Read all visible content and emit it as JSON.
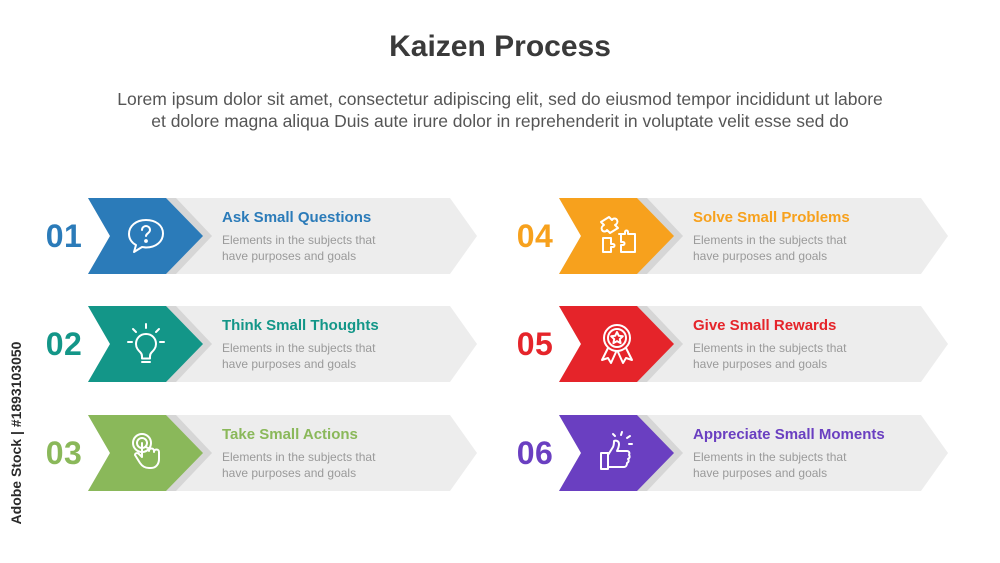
{
  "header": {
    "title": "Kaizen Process",
    "subtitle_line1": "Lorem ipsum dolor sit amet, consectetur adipiscing elit, sed do eiusmod tempor incididunt ut labore",
    "subtitle_line2": "et dolore magna aliqua Duis aute irure dolor in reprehenderit in voluptate velit esse sed do"
  },
  "items": [
    {
      "number": "01",
      "title": "Ask Small Questions",
      "desc_line1": "Elements in the subjects that",
      "desc_line2": "have purposes and goals",
      "color": "#2b7bb9",
      "icon": "question-bubble-icon"
    },
    {
      "number": "02",
      "title": "Think Small Thoughts",
      "desc_line1": "Elements in the subjects that",
      "desc_line2": "have purposes and goals",
      "color": "#139688",
      "icon": "lightbulb-icon"
    },
    {
      "number": "03",
      "title": "Take Small Actions",
      "desc_line1": "Elements in the subjects that",
      "desc_line2": "have purposes and goals",
      "color": "#8ab85a",
      "icon": "hand-pointer-icon"
    },
    {
      "number": "04",
      "title": "Solve Small Problems",
      "desc_line1": "Elements in the subjects that",
      "desc_line2": "have purposes and goals",
      "color": "#f7a11d",
      "icon": "puzzle-icon"
    },
    {
      "number": "05",
      "title": "Give Small Rewards",
      "desc_line1": "Elements in the subjects that",
      "desc_line2": "have purposes and goals",
      "color": "#e5242a",
      "icon": "award-badge-icon"
    },
    {
      "number": "06",
      "title": "Appreciate Small Moments",
      "desc_line1": "Elements in the subjects that",
      "desc_line2": "have purposes and goals",
      "color": "#6a3fc1",
      "icon": "thumbs-up-icon"
    }
  ],
  "watermark": "Adobe Stock | #1893103050"
}
